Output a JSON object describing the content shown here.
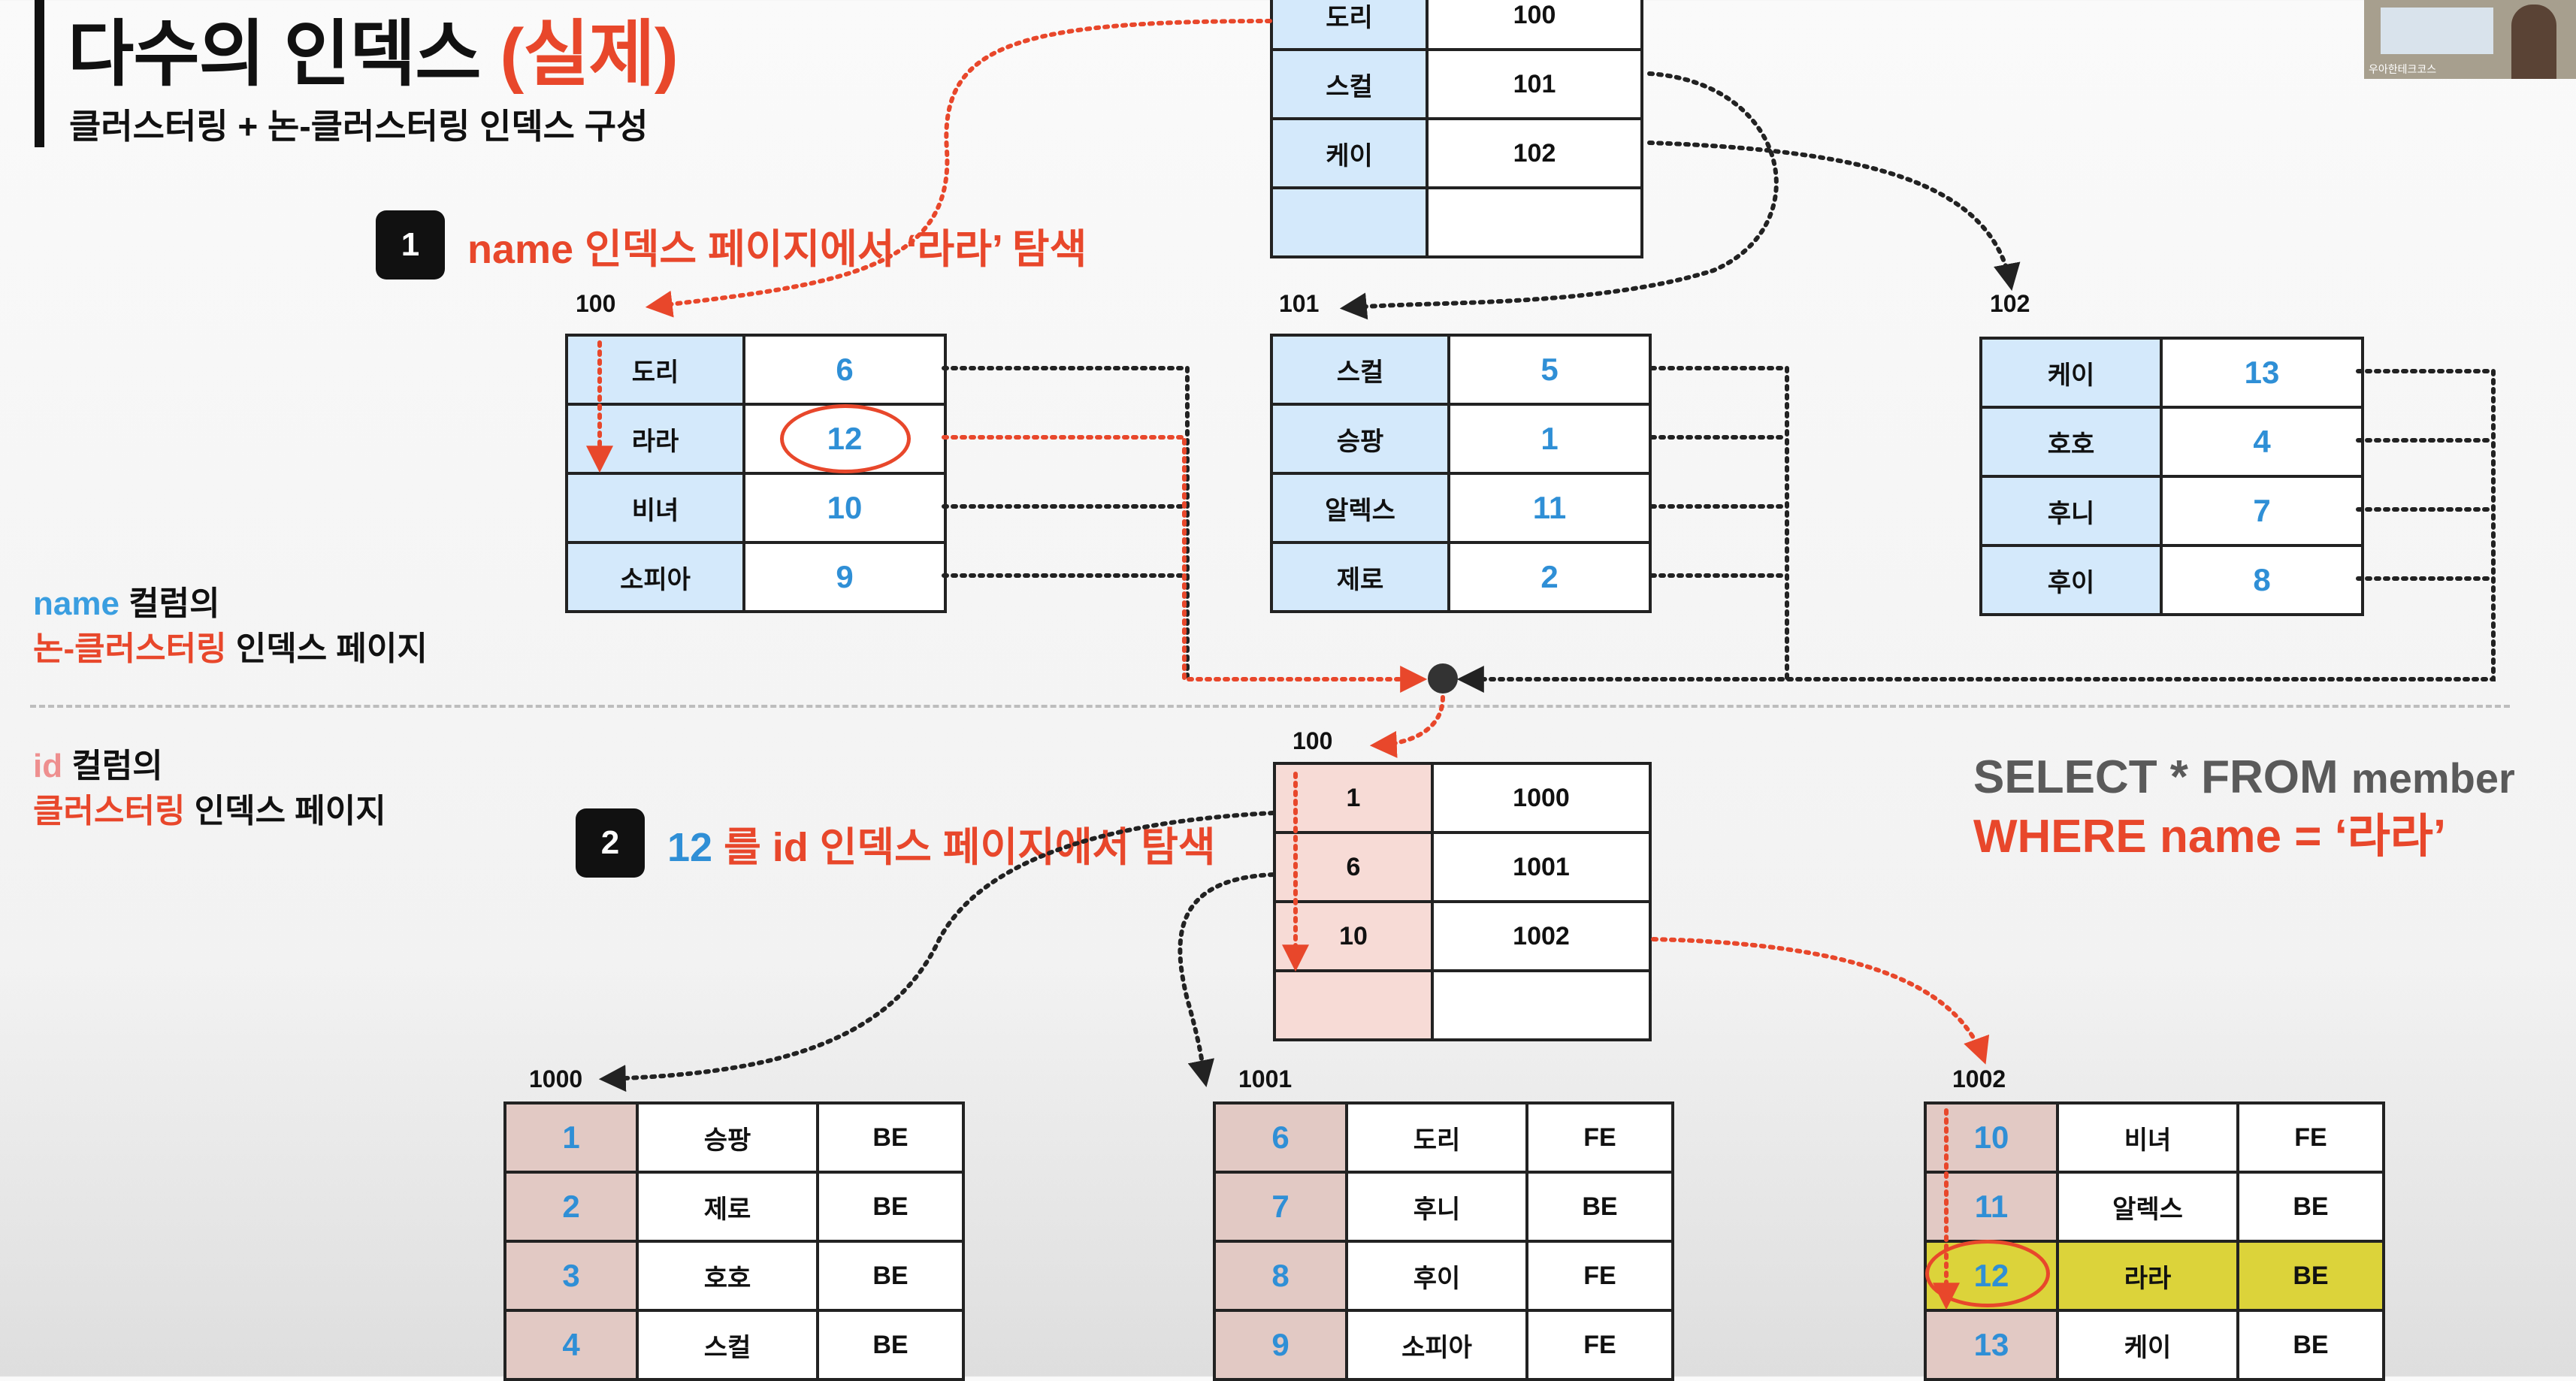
{
  "title": {
    "main": "다수의 인덱스 ",
    "highlight": "(실제)"
  },
  "subtitle": "클러스터링 + 논-클러스터링 인덱스 구성",
  "step1": {
    "num": "1",
    "text": "name 인덱스 페이지에서 ‘라라’ 탐색"
  },
  "step2": {
    "num": "2",
    "text_blue": "12 ",
    "text_red": "를 id 인덱스 페이지에서 탐색"
  },
  "name_label": {
    "line1_a": "name",
    "line1_b": " 컬럼의",
    "line2_a": "논-클러스터링",
    "line2_b": " 인덱스 페이지"
  },
  "id_label": {
    "line1_a": "id",
    "line1_b": " 컬럼의",
    "line2_a": "클러스터링",
    "line2_b": " 인덱스 페이지"
  },
  "sql": {
    "line1_a": "SELECT * FROM ",
    "line1_b": "member",
    "line2": "WHERE name = ‘라라’"
  },
  "name_root": {
    "rows": [
      [
        "도리",
        "100"
      ],
      [
        "스컬",
        "101"
      ],
      [
        "케이",
        "102"
      ],
      [
        "",
        ""
      ]
    ]
  },
  "name_pages": [
    {
      "id": "100",
      "rows": [
        [
          "도리",
          "6"
        ],
        [
          "라라",
          "12"
        ],
        [
          "비녀",
          "10"
        ],
        [
          "소피아",
          "9"
        ]
      ]
    },
    {
      "id": "101",
      "rows": [
        [
          "스컬",
          "5"
        ],
        [
          "승팡",
          "1"
        ],
        [
          "알렉스",
          "11"
        ],
        [
          "제로",
          "2"
        ]
      ]
    },
    {
      "id": "102",
      "rows": [
        [
          "케이",
          "13"
        ],
        [
          "호호",
          "4"
        ],
        [
          "후니",
          "7"
        ],
        [
          "후이",
          "8"
        ]
      ]
    }
  ],
  "id_root": {
    "id": "100",
    "rows": [
      [
        "1",
        "1000"
      ],
      [
        "6",
        "1001"
      ],
      [
        "10",
        "1002"
      ],
      [
        "",
        ""
      ]
    ]
  },
  "data_pages": [
    {
      "id": "1000",
      "rows": [
        [
          "1",
          "승팡",
          "BE"
        ],
        [
          "2",
          "제로",
          "BE"
        ],
        [
          "3",
          "호호",
          "BE"
        ],
        [
          "4",
          "스컬",
          "BE"
        ]
      ]
    },
    {
      "id": "1001",
      "rows": [
        [
          "6",
          "도리",
          "FE"
        ],
        [
          "7",
          "후니",
          "BE"
        ],
        [
          "8",
          "후이",
          "FE"
        ],
        [
          "9",
          "소피아",
          "FE"
        ]
      ]
    },
    {
      "id": "1002",
      "rows": [
        [
          "10",
          "비녀",
          "FE"
        ],
        [
          "11",
          "알렉스",
          "BE"
        ],
        [
          "12",
          "라라",
          "BE"
        ],
        [
          "13",
          "케이",
          "BE"
        ]
      ]
    }
  ],
  "webcam_caption": "우아한테크코스",
  "colors": {
    "accent_red": "#e8472b",
    "accent_blue": "#2f8fd6",
    "key_blue": "#d4e9fb",
    "id_pink": "#f7dbd6",
    "highlight_yellow": "#dcd33a"
  }
}
